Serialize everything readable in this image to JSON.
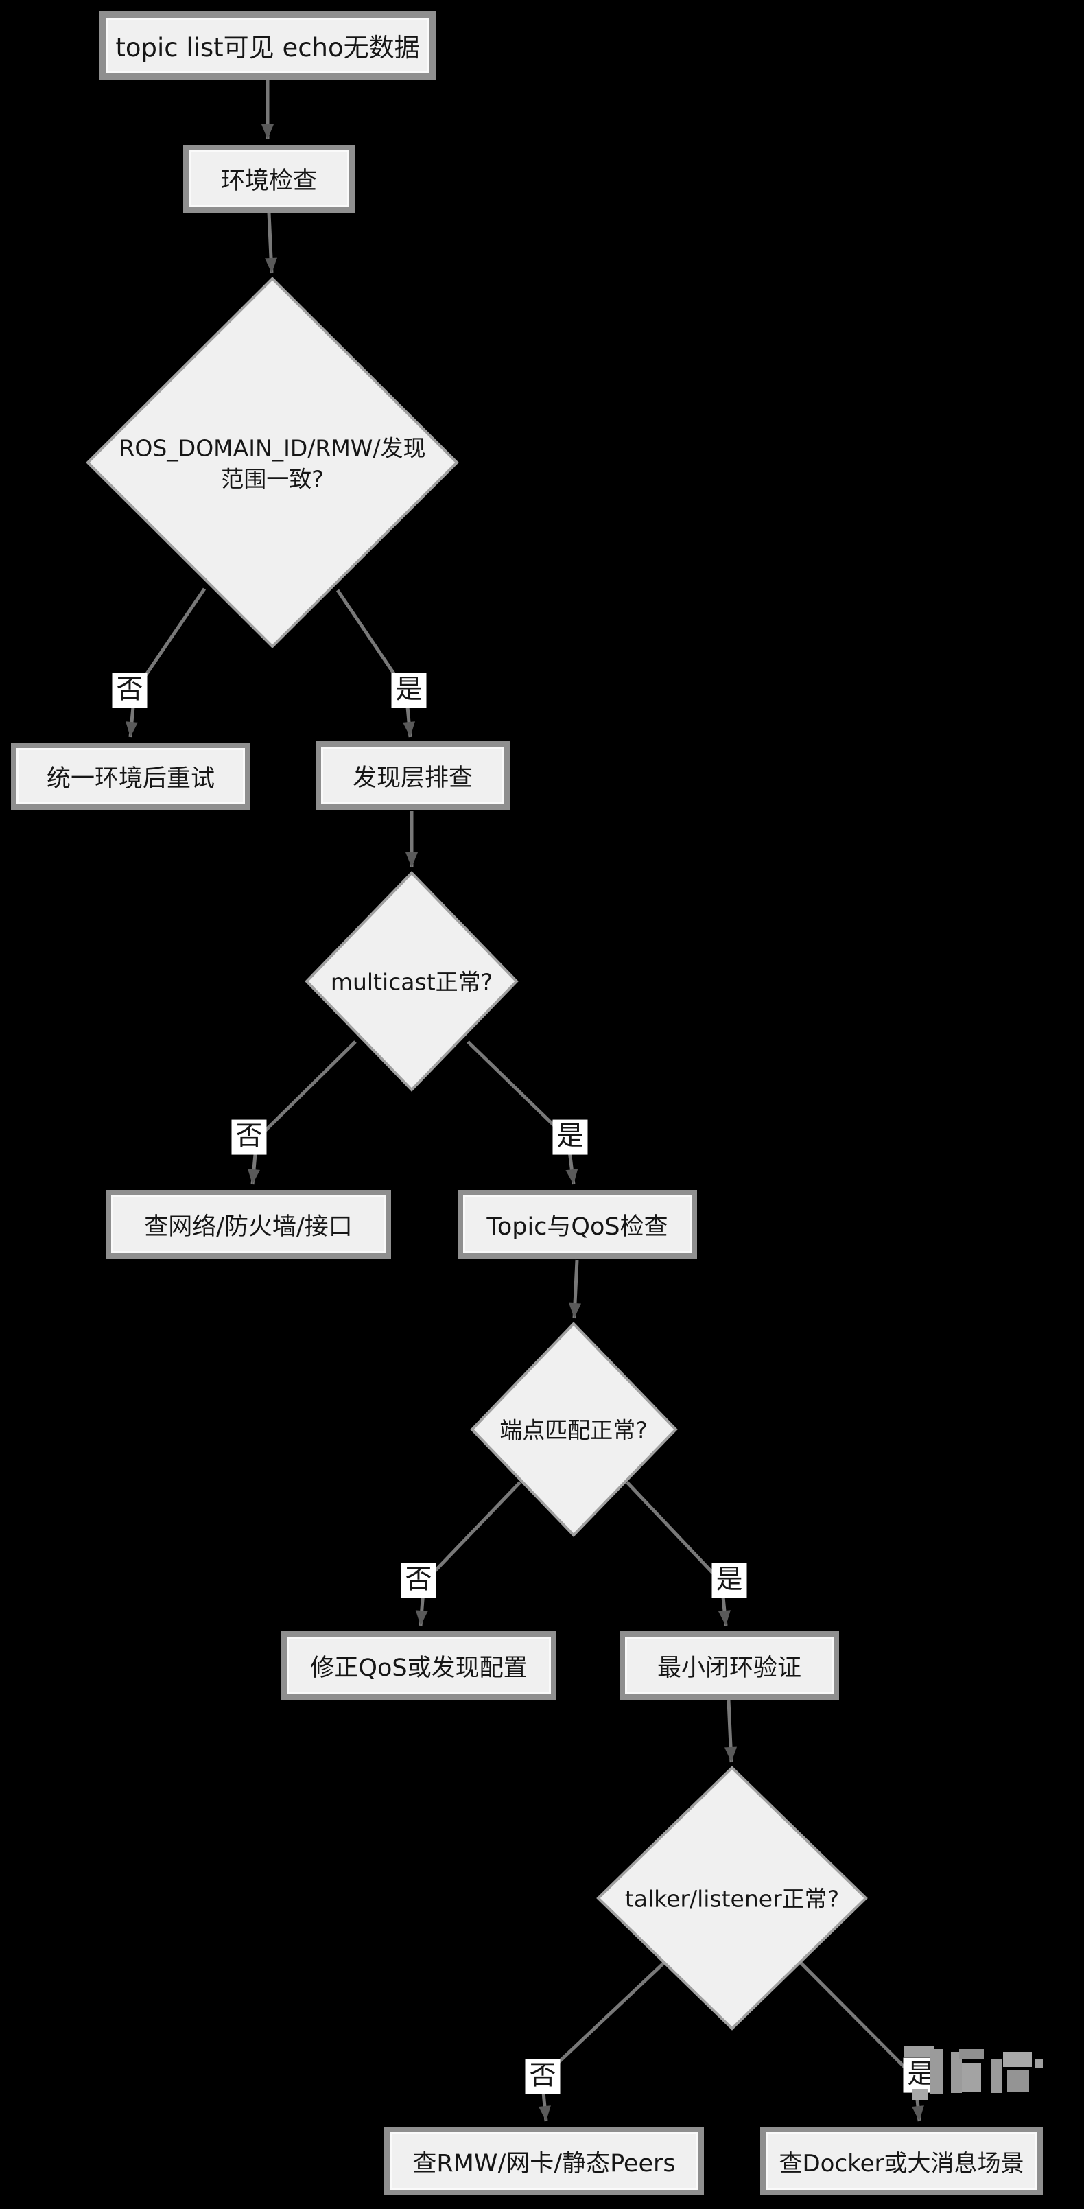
{
  "colors": {
    "background": "#000000",
    "node_fill": "#f0f0f0",
    "node_border": "#8f8f8f",
    "diamond_border": "#a0a0a0",
    "edge": "#787878",
    "text": "#161616",
    "badge_bg": "#ffffff"
  },
  "flowchart": {
    "nodes": {
      "start": {
        "label": "topic list可见 echo无数据"
      },
      "env_check": {
        "label": "环境检查"
      },
      "decision_domain": {
        "lines": [
          "ROS_DOMAIN_ID/RMW/发现",
          "范围一致?"
        ]
      },
      "retry_env": {
        "label": "统一环境后重试"
      },
      "discovery_probe": {
        "label": "发现层排查"
      },
      "decision_multicast": {
        "label": "multicast正常?"
      },
      "check_network": {
        "label": "查网络/防火墙/接口"
      },
      "topic_qos": {
        "label": "Topic与QoS检查"
      },
      "decision_endpoint": {
        "label": "端点匹配正常?"
      },
      "fix_qos": {
        "label": "修正QoS或发现配置"
      },
      "min_loop": {
        "label": "最小闭环验证"
      },
      "decision_talker": {
        "label": "talker/listener正常?"
      },
      "check_rmw": {
        "label": "查RMW/网卡/静态Peers"
      },
      "check_docker": {
        "label": "查Docker或大消息场景"
      }
    },
    "edge_labels": {
      "no": "否",
      "yes": "是"
    }
  }
}
